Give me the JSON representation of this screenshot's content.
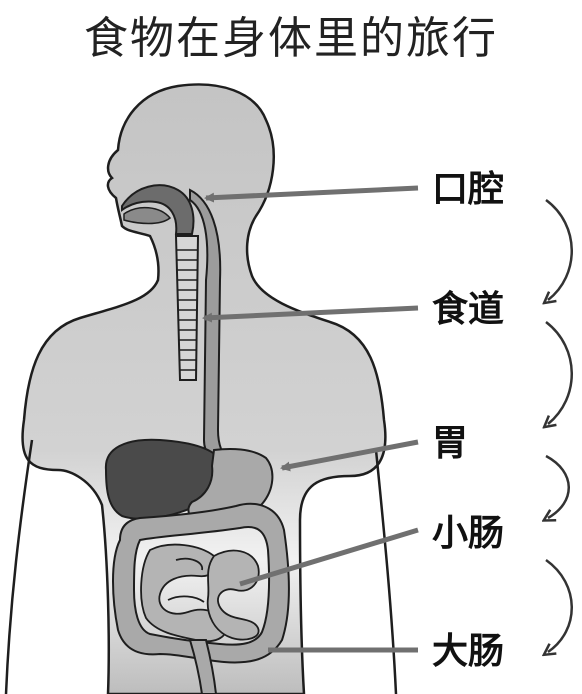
{
  "title": "食物在身体里的旅行",
  "organs": [
    {
      "id": "mouth",
      "label": "口腔"
    },
    {
      "id": "esophagus",
      "label": "食道"
    },
    {
      "id": "stomach",
      "label": "胃"
    },
    {
      "id": "small-intestine",
      "label": "小肠"
    },
    {
      "id": "large-intestine",
      "label": "大肠"
    }
  ],
  "colors": {
    "body": "#c8c8c8",
    "outline": "#1e1e1e",
    "liver": "#4a4a4a",
    "organ": "#a9a9a9",
    "arrow": "#707070"
  }
}
